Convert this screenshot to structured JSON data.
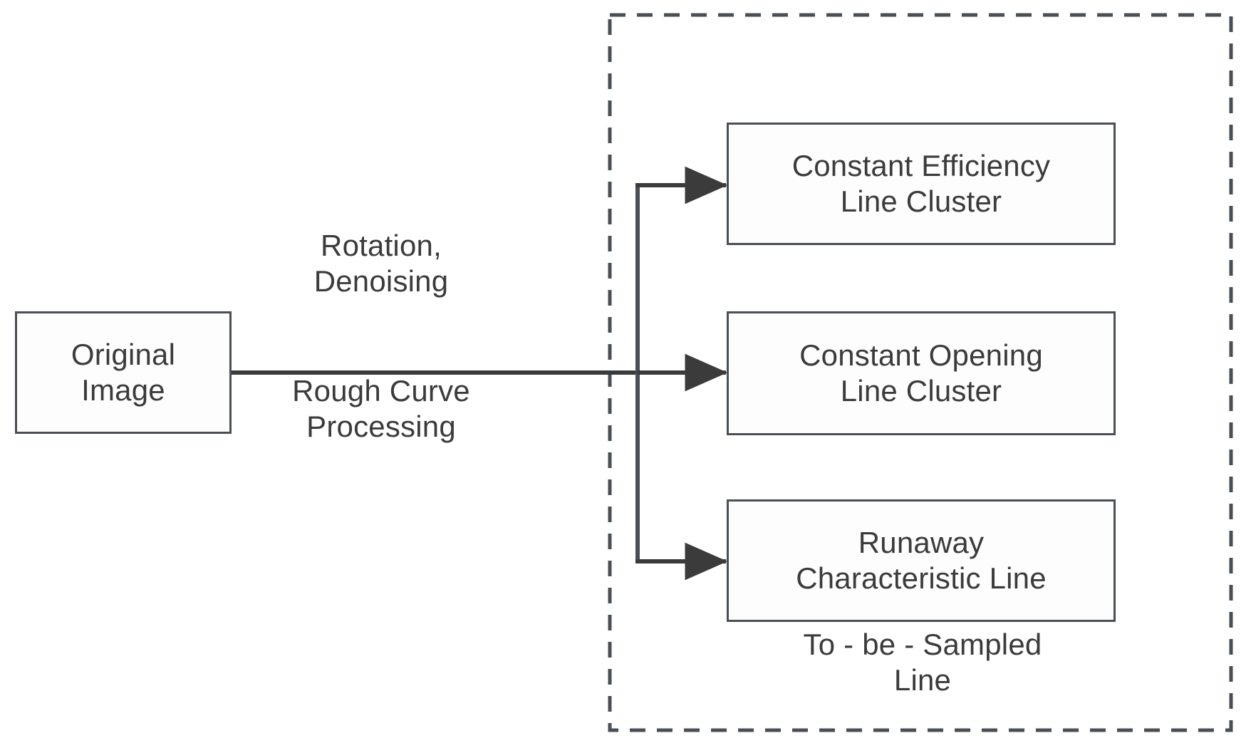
{
  "diagram": {
    "title": "Image pre-processing to to-be-sampled line extraction flow",
    "colors": {
      "stroke": "#4a4f55",
      "arrow": "#3b3b3b",
      "text": "#3b3b3b",
      "dashed_border": "#4a4f55",
      "background": "#ffffff"
    },
    "source_node": {
      "label": "Original\nImage",
      "name": "original-image"
    },
    "edge_labels": {
      "above": "Rotation,\nDenoising",
      "below": "Rough Curve\nProcessing"
    },
    "group": {
      "caption": "To - be - Sampled\nLine",
      "border_style": "dashed",
      "nodes": [
        {
          "name": "constant-efficiency-line-cluster",
          "label": "Constant Efficiency\nLine Cluster"
        },
        {
          "name": "constant-opening-line-cluster",
          "label": "Constant Opening\nLine Cluster"
        },
        {
          "name": "runaway-characteristic-line",
          "label": "Runaway\nCharacteristic Line"
        }
      ]
    },
    "connectors": [
      {
        "name": "original-to-branch",
        "type": "horizontal-line",
        "arrowhead": false
      },
      {
        "name": "branch-to-constant-efficiency",
        "type": "elbow-arrow",
        "arrowhead": true
      },
      {
        "name": "branch-to-constant-opening",
        "type": "straight-arrow",
        "arrowhead": true
      },
      {
        "name": "branch-to-runaway",
        "type": "elbow-arrow",
        "arrowhead": true
      }
    ]
  }
}
